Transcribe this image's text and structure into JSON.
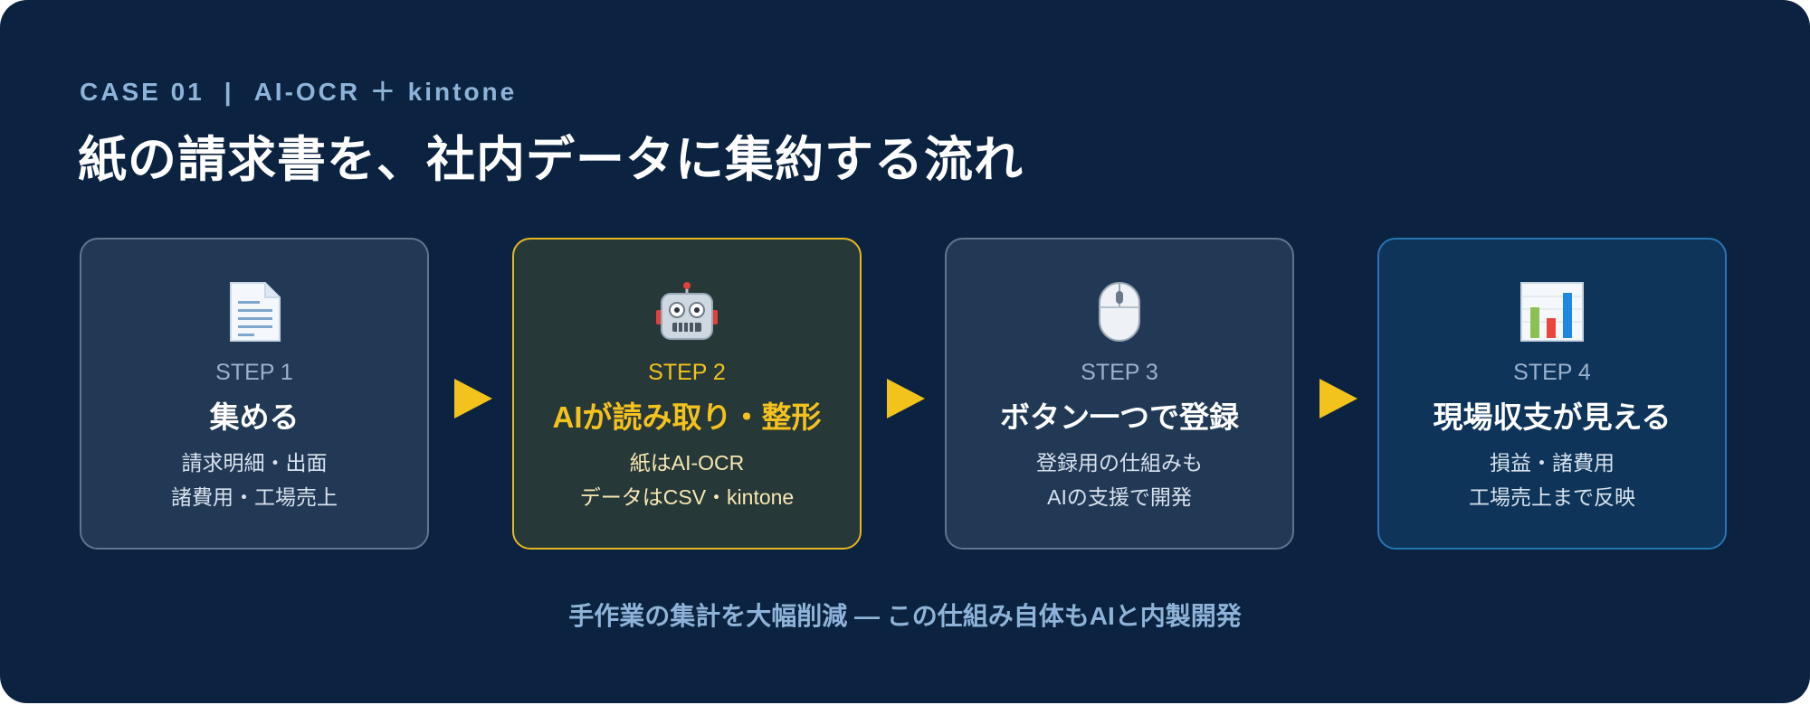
{
  "header": {
    "case_label": "CASE 01",
    "separator": "|",
    "case_topic": "AI-OCR ＋ kintone",
    "title": "紙の請求書を、社内データに集約する流れ"
  },
  "steps": [
    {
      "icon": "document-icon",
      "step_label": "STEP 1",
      "heading": "集める",
      "line1": "請求明細・出面",
      "line2": "諸費用・工場売上"
    },
    {
      "icon": "robot-icon",
      "step_label": "STEP 2",
      "heading": "AIが読み取り・整形",
      "line1": "紙はAI-OCR",
      "line2": "データはCSV・kintone"
    },
    {
      "icon": "mouse-icon",
      "step_label": "STEP 3",
      "heading": "ボタン一つで登録",
      "line1": "登録用の仕組みも",
      "line2": "AIの支援で開発"
    },
    {
      "icon": "bar-chart-icon",
      "step_label": "STEP 4",
      "heading": "現場収支が見える",
      "line1": "損益・諸費用",
      "line2": "工場売上まで反映"
    }
  ],
  "footer": {
    "text": "手作業の集計を大幅削減 ― この仕組み自体もAIと内製開発"
  },
  "colors": {
    "background": "#0b2340",
    "accent": "#f2c31c",
    "card": "#213955",
    "highlight_card": "#263838",
    "final_card": "#0e3459"
  }
}
